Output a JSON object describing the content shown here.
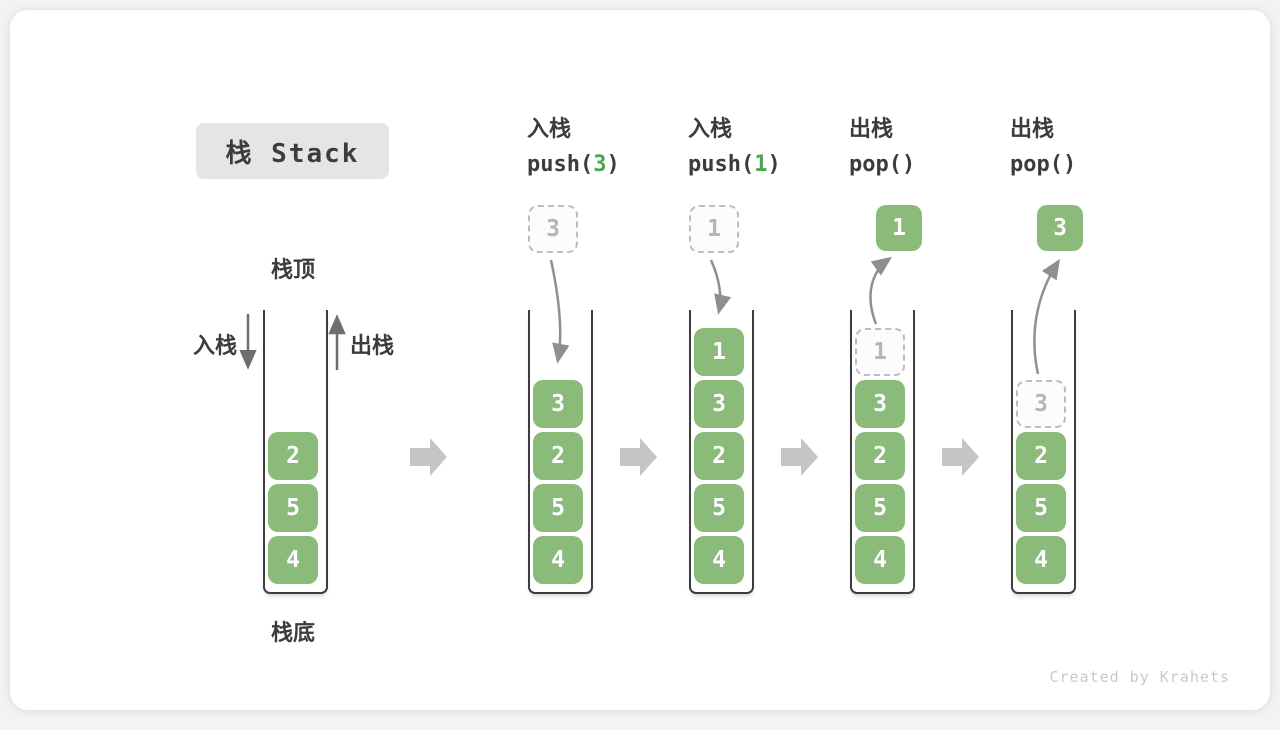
{
  "title": "栈 Stack",
  "annotations": {
    "stack_top": "栈顶",
    "stack_bottom": "栈底",
    "push_side_label": "入栈",
    "pop_side_label": "出栈"
  },
  "watermark": "Created by Krahets",
  "colors": {
    "box_green": "#8abb7a",
    "code_green": "#4ea351",
    "text_dark": "#3c3c3c",
    "wall": "#3d3d3d",
    "arrow_gray": "#8f8f8f",
    "side_arrow_gray": "#6e6e6e",
    "block_arrow_gray": "#c5c5c5",
    "dashed_border": "#bdbdbd",
    "dashed_text": "#b5b5b5",
    "title_bg": "#e5e5e5"
  },
  "diagram": {
    "columns": [
      {
        "header": null,
        "floating": null,
        "cells": [
          {
            "value": "2",
            "variant": "solid"
          },
          {
            "value": "5",
            "variant": "solid"
          },
          {
            "value": "4",
            "variant": "solid"
          }
        ]
      },
      {
        "header": {
          "label": "入栈",
          "code_parts": [
            {
              "t": "push(",
              "green": false
            },
            {
              "t": "3",
              "green": true
            },
            {
              "t": ")",
              "green": false
            }
          ]
        },
        "floating": {
          "value": "3",
          "variant": "dashed"
        },
        "arrow": "in",
        "cells": [
          {
            "value": "3",
            "variant": "solid"
          },
          {
            "value": "2",
            "variant": "solid"
          },
          {
            "value": "5",
            "variant": "solid"
          },
          {
            "value": "4",
            "variant": "solid"
          }
        ]
      },
      {
        "header": {
          "label": "入栈",
          "code_parts": [
            {
              "t": "push(",
              "green": false
            },
            {
              "t": "1",
              "green": true
            },
            {
              "t": ")",
              "green": false
            }
          ]
        },
        "floating": {
          "value": "1",
          "variant": "dashed"
        },
        "arrow": "in",
        "cells": [
          {
            "value": "1",
            "variant": "solid"
          },
          {
            "value": "3",
            "variant": "solid"
          },
          {
            "value": "2",
            "variant": "solid"
          },
          {
            "value": "5",
            "variant": "solid"
          },
          {
            "value": "4",
            "variant": "solid"
          }
        ]
      },
      {
        "header": {
          "label": "出栈",
          "code_parts": [
            {
              "t": "pop()",
              "green": false
            }
          ]
        },
        "floating": {
          "value": "1",
          "variant": "solid"
        },
        "arrow": "out",
        "cells": [
          {
            "value": "1",
            "variant": "ghost"
          },
          {
            "value": "3",
            "variant": "solid"
          },
          {
            "value": "2",
            "variant": "solid"
          },
          {
            "value": "5",
            "variant": "solid"
          },
          {
            "value": "4",
            "variant": "solid"
          }
        ]
      },
      {
        "header": {
          "label": "出栈",
          "code_parts": [
            {
              "t": "pop()",
              "green": false
            }
          ]
        },
        "floating": {
          "value": "3",
          "variant": "solid"
        },
        "arrow": "out",
        "cells": [
          {
            "value": "3",
            "variant": "ghost"
          },
          {
            "value": "2",
            "variant": "solid"
          },
          {
            "value": "5",
            "variant": "solid"
          },
          {
            "value": "4",
            "variant": "solid"
          }
        ]
      }
    ]
  }
}
